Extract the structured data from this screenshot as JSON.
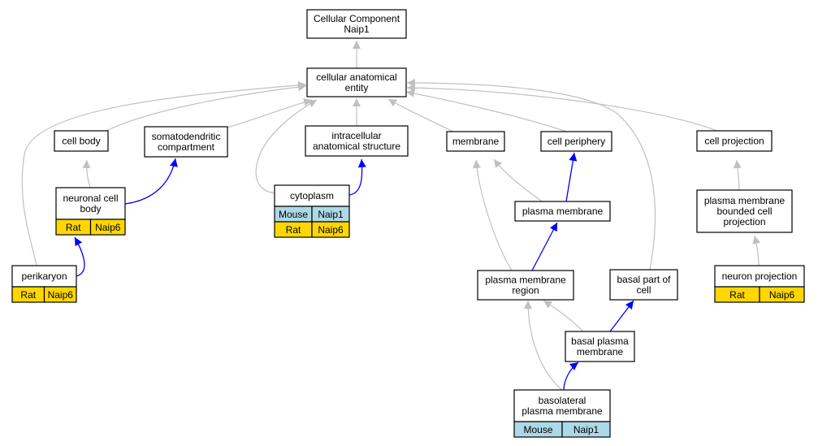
{
  "colors": {
    "is_a_edge": "#c0c0c0",
    "part_of_edge": "#0000ff",
    "rat_cell": "#ffd700",
    "mouse_cell": "#add8e6",
    "node_border": "#000000",
    "node_fill": "#ffffff"
  },
  "nodes": {
    "root": {
      "lines": [
        "Cellular Component",
        "Naip1"
      ]
    },
    "cae": {
      "lines": [
        "cellular anatomical",
        "entity"
      ]
    },
    "cell_body": {
      "lines": [
        "cell body"
      ]
    },
    "somato": {
      "lines": [
        "somatodendritic",
        "compartment"
      ]
    },
    "intra": {
      "lines": [
        "intracellular",
        "anatomical structure"
      ]
    },
    "membrane": {
      "lines": [
        "membrane"
      ]
    },
    "periphery": {
      "lines": [
        "cell periphery"
      ]
    },
    "projection": {
      "lines": [
        "cell projection"
      ]
    },
    "neuronal": {
      "lines": [
        "neuronal cell",
        "body"
      ],
      "species": [
        [
          "Rat",
          "Naip6"
        ]
      ]
    },
    "cytoplasm": {
      "lines": [
        "cytoplasm"
      ],
      "species": [
        [
          "Mouse",
          "Naip1"
        ],
        [
          "Rat",
          "Naip6"
        ]
      ]
    },
    "pm": {
      "lines": [
        "plasma membrane"
      ]
    },
    "pmbcp": {
      "lines": [
        "plasma membrane",
        "bounded cell",
        "projection"
      ]
    },
    "perikaryon": {
      "lines": [
        "perikaryon"
      ],
      "species": [
        [
          "Rat",
          "Naip6"
        ]
      ]
    },
    "pmr": {
      "lines": [
        "plasma membrane",
        "region"
      ]
    },
    "basal_part": {
      "lines": [
        "basal part of",
        "cell"
      ]
    },
    "neuron_proj": {
      "lines": [
        "neuron projection"
      ],
      "species": [
        [
          "Rat",
          "Naip6"
        ]
      ]
    },
    "basal_pm": {
      "lines": [
        "basal plasma",
        "membrane"
      ]
    },
    "basolateral": {
      "lines": [
        "basolateral",
        "plasma membrane"
      ],
      "species": [
        [
          "Mouse",
          "Naip1"
        ]
      ]
    }
  }
}
